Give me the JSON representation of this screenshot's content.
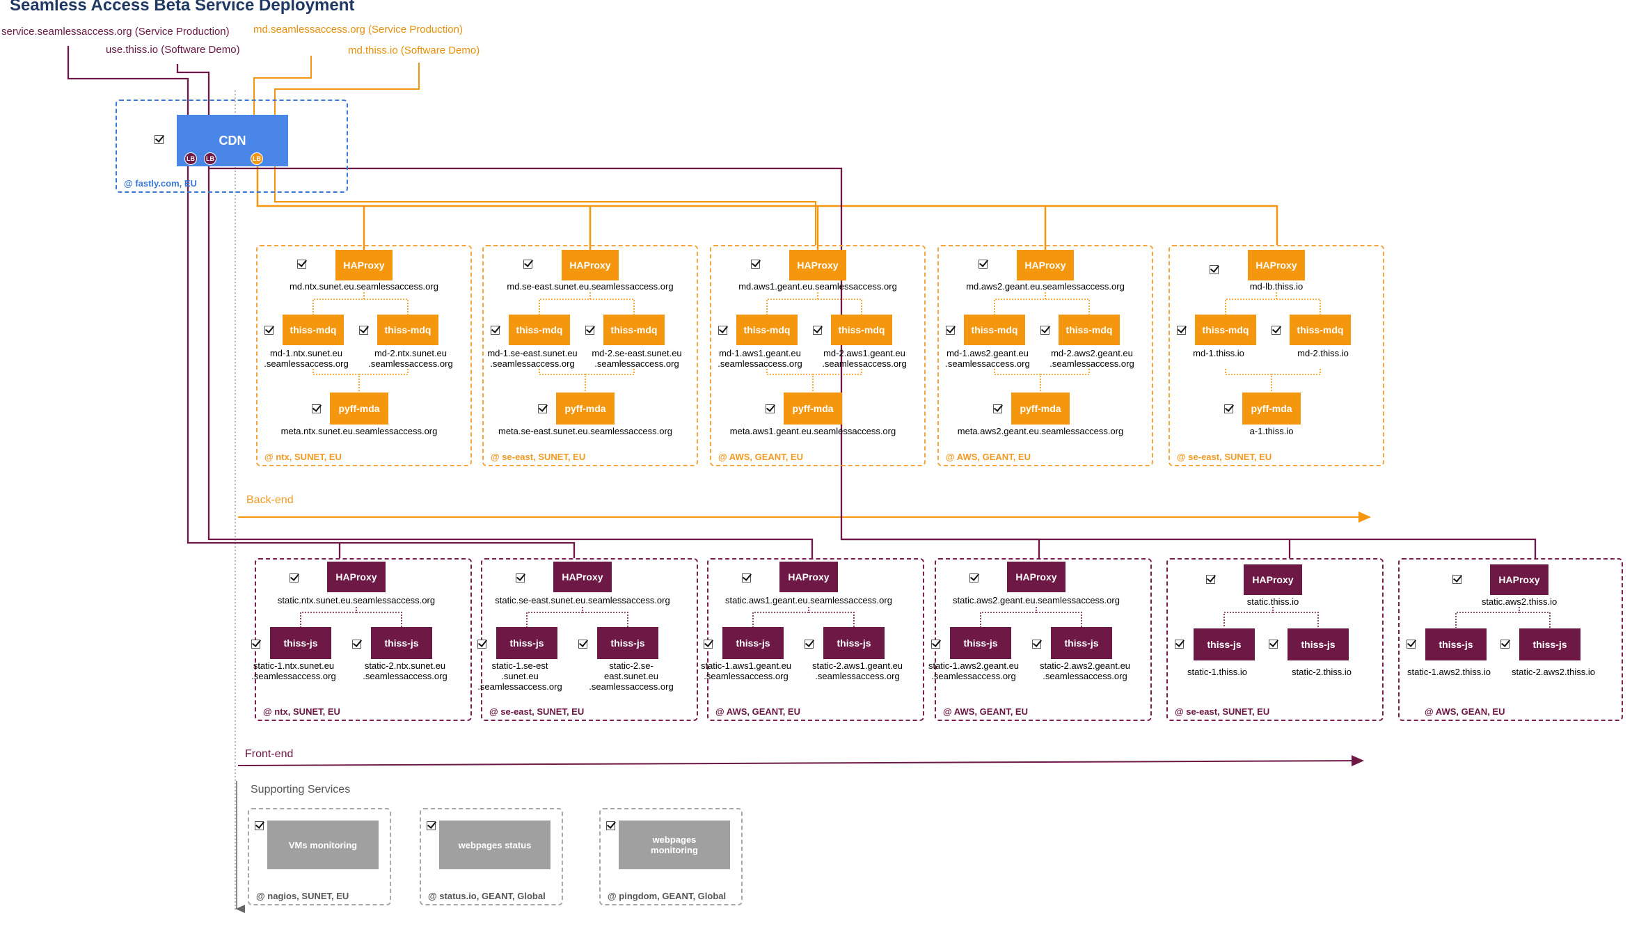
{
  "title": "Seamless Access Beta Service Deployment",
  "domains": {
    "service_prod": "service.seamlessaccess.org (Service Production)",
    "use_demo": "use.thiss.io (Software Demo)",
    "md_prod": "md.seamlessaccess.org (Service Production)",
    "md_demo": "md.thiss.io (Software Demo)"
  },
  "cdn": {
    "label": "CDN",
    "lb": "LB",
    "location": "@ fastly.com, EU"
  },
  "bands": {
    "backend": "Back-end",
    "frontend": "Front-end",
    "supporting": "Supporting Services"
  },
  "labels": {
    "haproxy": "HAProxy",
    "mdq": "thiss-mdq",
    "mda": "pyff-mda",
    "js": "thiss-js"
  },
  "backend_groups": [
    {
      "location": "@ ntx, SUNET, EU",
      "lb_host": "md.ntx.sunet.eu.seamlessaccess.org",
      "mdq1": "md-1.ntx.sunet.eu\n.seamlessaccess.org",
      "mdq2": "md-2.ntx.sunet.eu\n.seamlessaccess.org",
      "mda": "meta.ntx.sunet.eu.seamlessaccess.org"
    },
    {
      "location": "@ se-east, SUNET, EU",
      "lb_host": "md.se-east.sunet.eu.seamlessaccess.org",
      "mdq1": "md-1.se-east.sunet.eu\n.seamlessaccess.org",
      "mdq2": "md-2.se-east.sunet.eu\n.seamlessaccess.org",
      "mda": "meta.se-east.sunet.eu.seamlessaccess.org"
    },
    {
      "location": "@ AWS, GEANT, EU",
      "lb_host": "md.aws1.geant.eu.seamlessaccess.org",
      "mdq1": "md-1.aws1.geant.eu\n.seamlessaccess.org",
      "mdq2": "md-2.aws1.geant.eu\n.seamlessaccess.org",
      "mda": "meta.aws1.geant.eu.seamlessaccess.org"
    },
    {
      "location": "@ AWS, GEANT, EU",
      "lb_host": "md.aws2.geant.eu.seamlessaccess.org",
      "mdq1": "md-1.aws2.geant.eu\n.seamlessaccess.org",
      "mdq2": "md-2.aws2.geant.eu\n.seamlessaccess.org",
      "mda": "meta.aws2.geant.eu.seamlessaccess.org"
    },
    {
      "location": "@ se-east, SUNET, EU",
      "lb_host": "md-lb.thiss.io",
      "mdq1": "md-1.thiss.io",
      "mdq2": "md-2.thiss.io",
      "mda": "a-1.thiss.io"
    }
  ],
  "frontend_groups": [
    {
      "location": "@ ntx, SUNET, EU",
      "lb_host": "static.ntx.sunet.eu.seamlessaccess.org",
      "js1": "static-1.ntx.sunet.eu\n.seamlessaccess.org",
      "js2": "static-2.ntx.sunet.eu\n.seamlessaccess.org"
    },
    {
      "location": "@ se-east, SUNET, EU",
      "lb_host": "static.se-east.sunet.eu.seamlessaccess.org",
      "js1": "static-1.se-est\n.sunet.eu\n.seamlessaccess.org",
      "js2": "static-2.se-\neast.sunet.eu\n.seamlessaccess.org"
    },
    {
      "location": "@ AWS, GEANT, EU",
      "lb_host": "static.aws1.geant.eu.seamlessaccess.org",
      "js1": "static-1.aws1.geant.eu\n.seamlessaccess.org",
      "js2": "static-2.aws1.geant.eu\n.seamlessaccess.org"
    },
    {
      "location": "@ AWS, GEANT, EU",
      "lb_host": "static.aws2.geant.eu.seamlessaccess.org",
      "js1": "static-1.aws2.geant.eu\n.seamlessaccess.org",
      "js2": "static-2.aws2.geant.eu\n.seamlessaccess.org"
    },
    {
      "location": "@ se-east, SUNET, EU",
      "lb_host": "static.thiss.io",
      "js1": "static-1.thiss.io",
      "js2": "static-2.thiss.io"
    },
    {
      "location": "@ AWS, GEAN, EU",
      "lb_host": "static.aws2.thiss.io",
      "js1": "static-1.aws2.thiss.io",
      "js2": "static-2.aws2.thiss.io"
    }
  ],
  "supporting": [
    {
      "label": "VMs monitoring",
      "location": "@ nagios, SUNET, EU"
    },
    {
      "label": "webpages status",
      "location": "@ status.io, GEANT, Global"
    },
    {
      "label": "webpages\nmonitoring",
      "location": "@ pingdom, GEANT, Global"
    }
  ],
  "colors": {
    "orange": "#f5960f",
    "purple": "#6d1845",
    "blue": "#4a86e8",
    "gray": "#a0a0a0"
  }
}
